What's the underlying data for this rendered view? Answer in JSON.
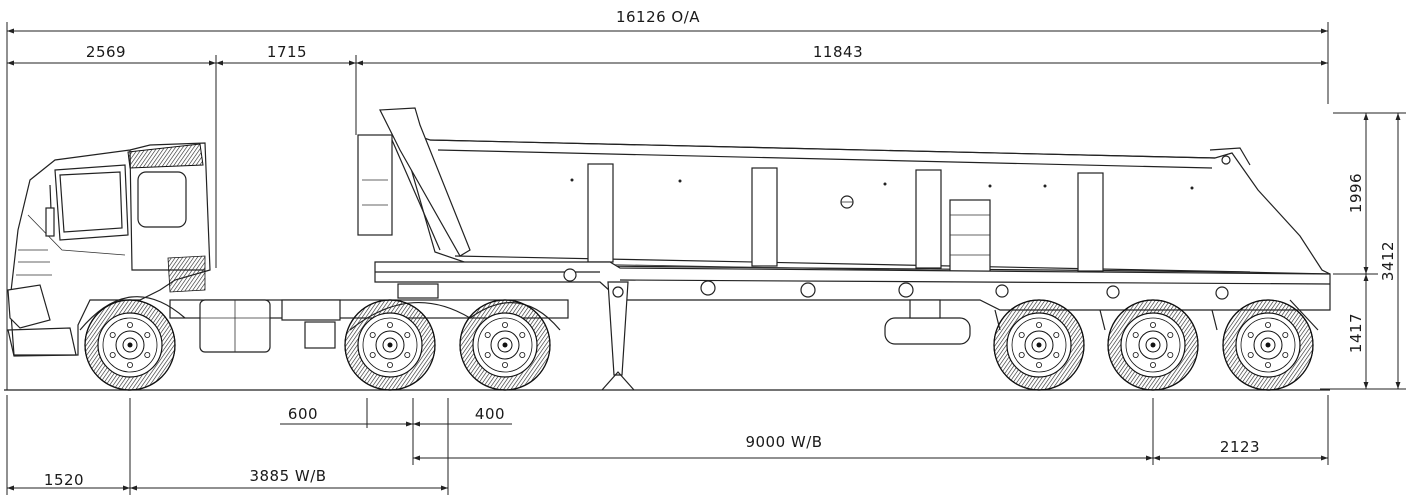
{
  "dimensions": {
    "overall_length": "16126 O/A",
    "cab_to_fifthwheel": "2569",
    "fifthwheel_to_trailer_front": "1715",
    "trailer_length": "11843",
    "tipper_height": "1996",
    "overall_height": "3412",
    "chassis_height": "1417",
    "tandem_offset_front": "600",
    "tandem_offset_rear": "400",
    "trailer_wheelbase": "9000 W/B",
    "rear_overhang": "2123",
    "front_overhang": "1520",
    "tractor_wheelbase": "3885 W/B"
  }
}
